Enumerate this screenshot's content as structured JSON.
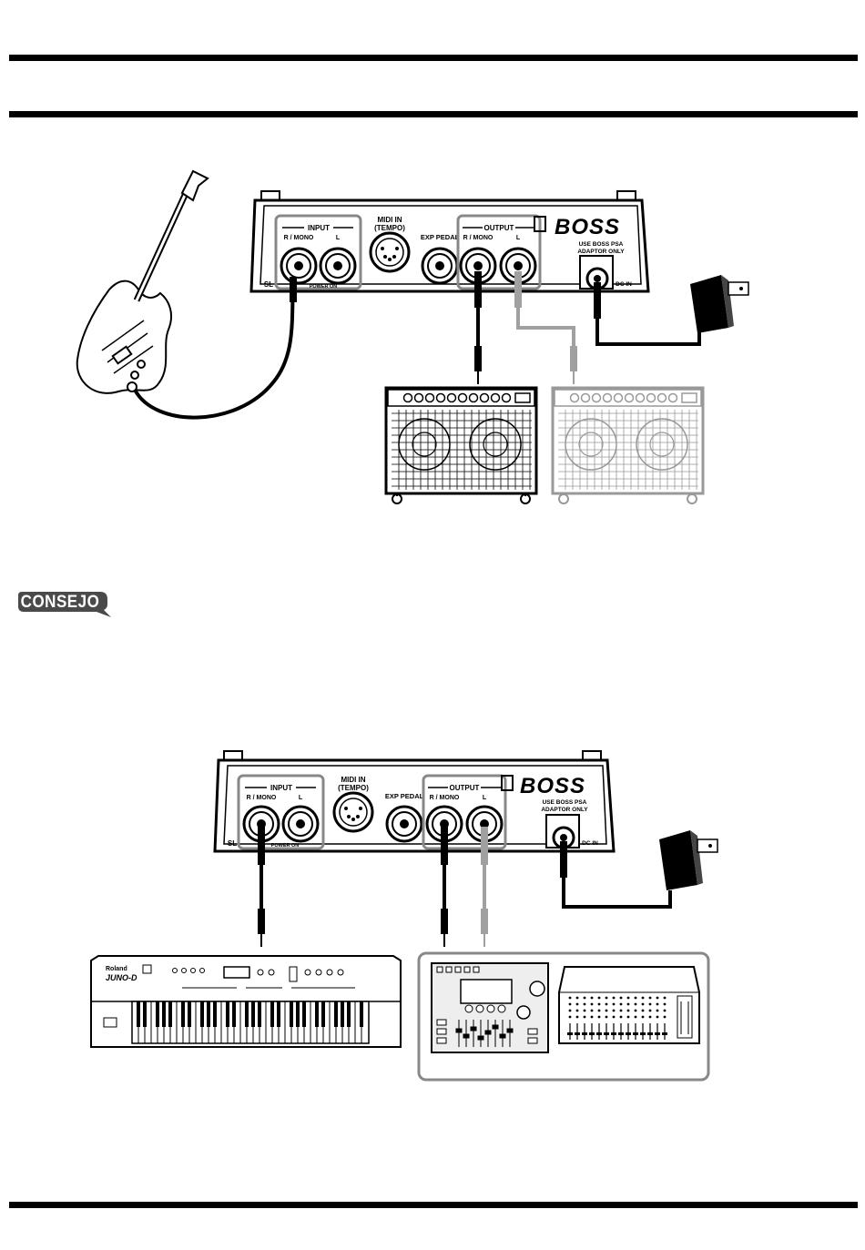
{
  "pedal": {
    "input_label": "INPUT",
    "output_label": "OUTPUT",
    "r_mono_label": "R / MONO",
    "l_label": "L",
    "midi_in_label": "MIDI IN",
    "tempo_label": "(TEMPO)",
    "exp_pedal_label": "EXP PEDAL",
    "brand": "BOSS",
    "adaptor_line1": "USE BOSS PSA",
    "adaptor_line2": "ADAPTOR ONLY",
    "dc_in_label": "DC IN",
    "power_label": "POWER ON",
    "model_prefix": "SL"
  },
  "keyboard": {
    "brand": "Roland",
    "model": "JUNO-D"
  },
  "tip_badge": "CONSEJO",
  "colors": {
    "ink": "#000000",
    "gray_cable": "#a0a0a0",
    "badge": "#4a4a4a"
  }
}
